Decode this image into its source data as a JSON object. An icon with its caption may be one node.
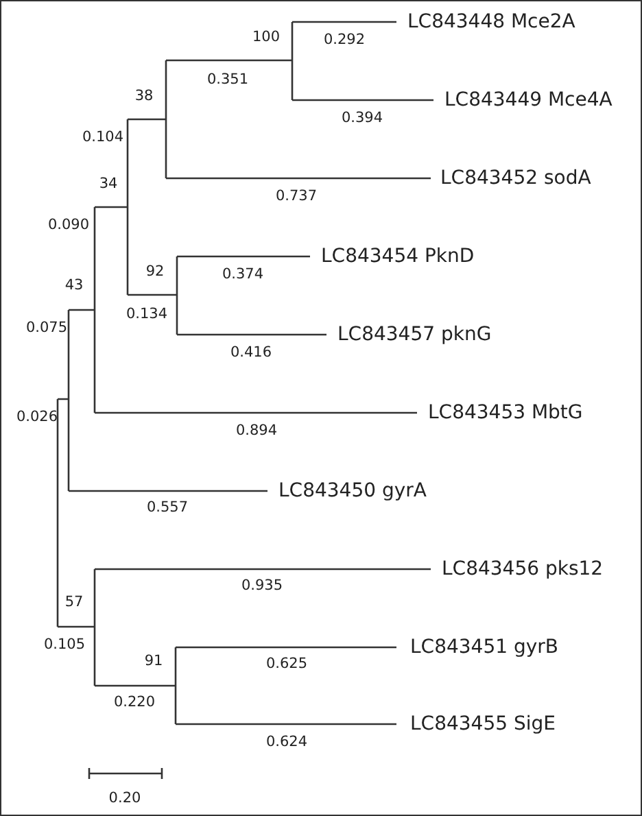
{
  "diagram": {
    "labels": [
      "100",
      "LC843448 Mce2A",
      "0.292",
      "0.351",
      "LC843449 Mce4A",
      "38",
      "0.394",
      "0.104",
      "LC843452 sodA",
      "34",
      "0.737",
      "0.090",
      "LC843454 PknD",
      "92",
      "0.374",
      "43",
      "0.134",
      "0.075",
      "LC843457 pknG",
      "0.416",
      "LC843453 MbtG",
      "0.026",
      "0.894",
      "LC843450 gyrA",
      "0.557",
      "LC843456 pks12",
      "0.935",
      "57",
      "0.105",
      "LC843451 gyrB",
      "91",
      "0.625",
      "0.220",
      "LC843455 SigE",
      "0.624",
      "0.20"
    ]
  }
}
